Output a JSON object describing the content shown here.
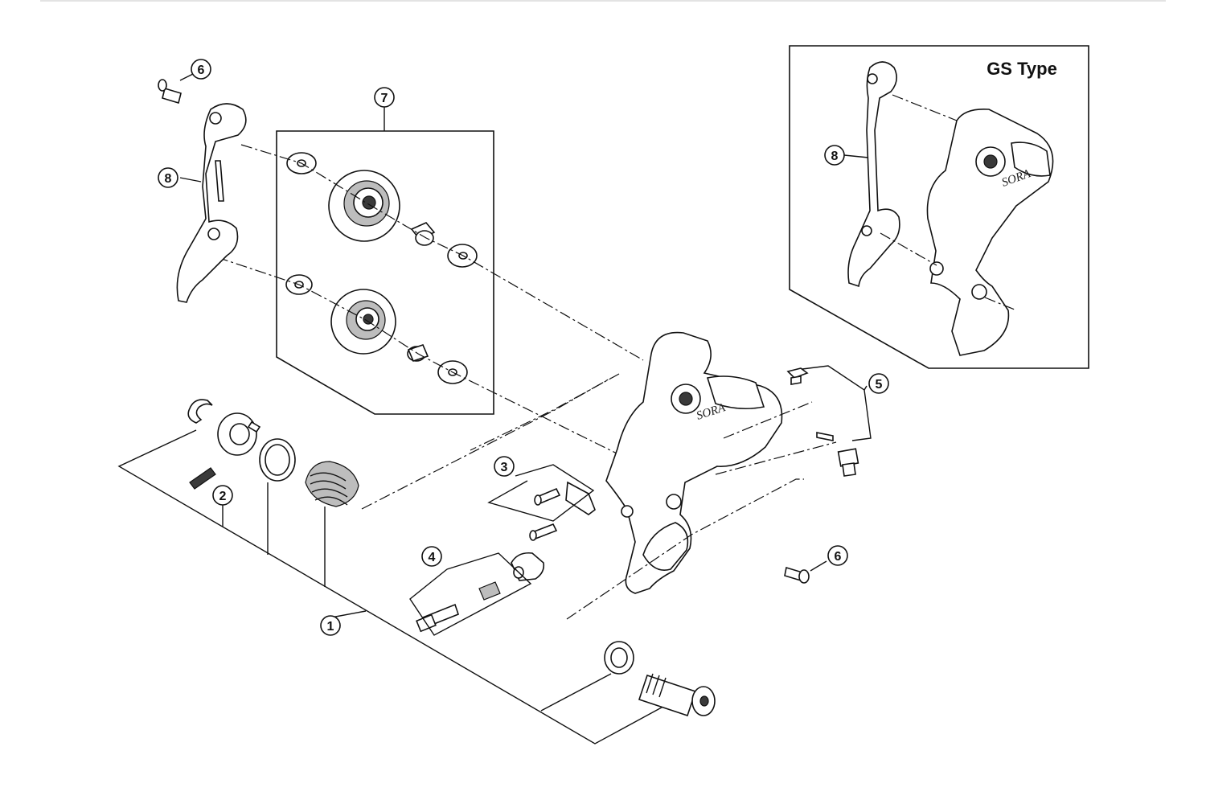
{
  "callouts": {
    "c1": "1",
    "c2": "2",
    "c3": "3",
    "c4": "4",
    "c5": "5",
    "c6a": "6",
    "c6b": "6",
    "c7": "7",
    "c8a": "8",
    "c8b": "8"
  },
  "inset": {
    "title": "GS Type"
  },
  "brand_mark": "SORA"
}
